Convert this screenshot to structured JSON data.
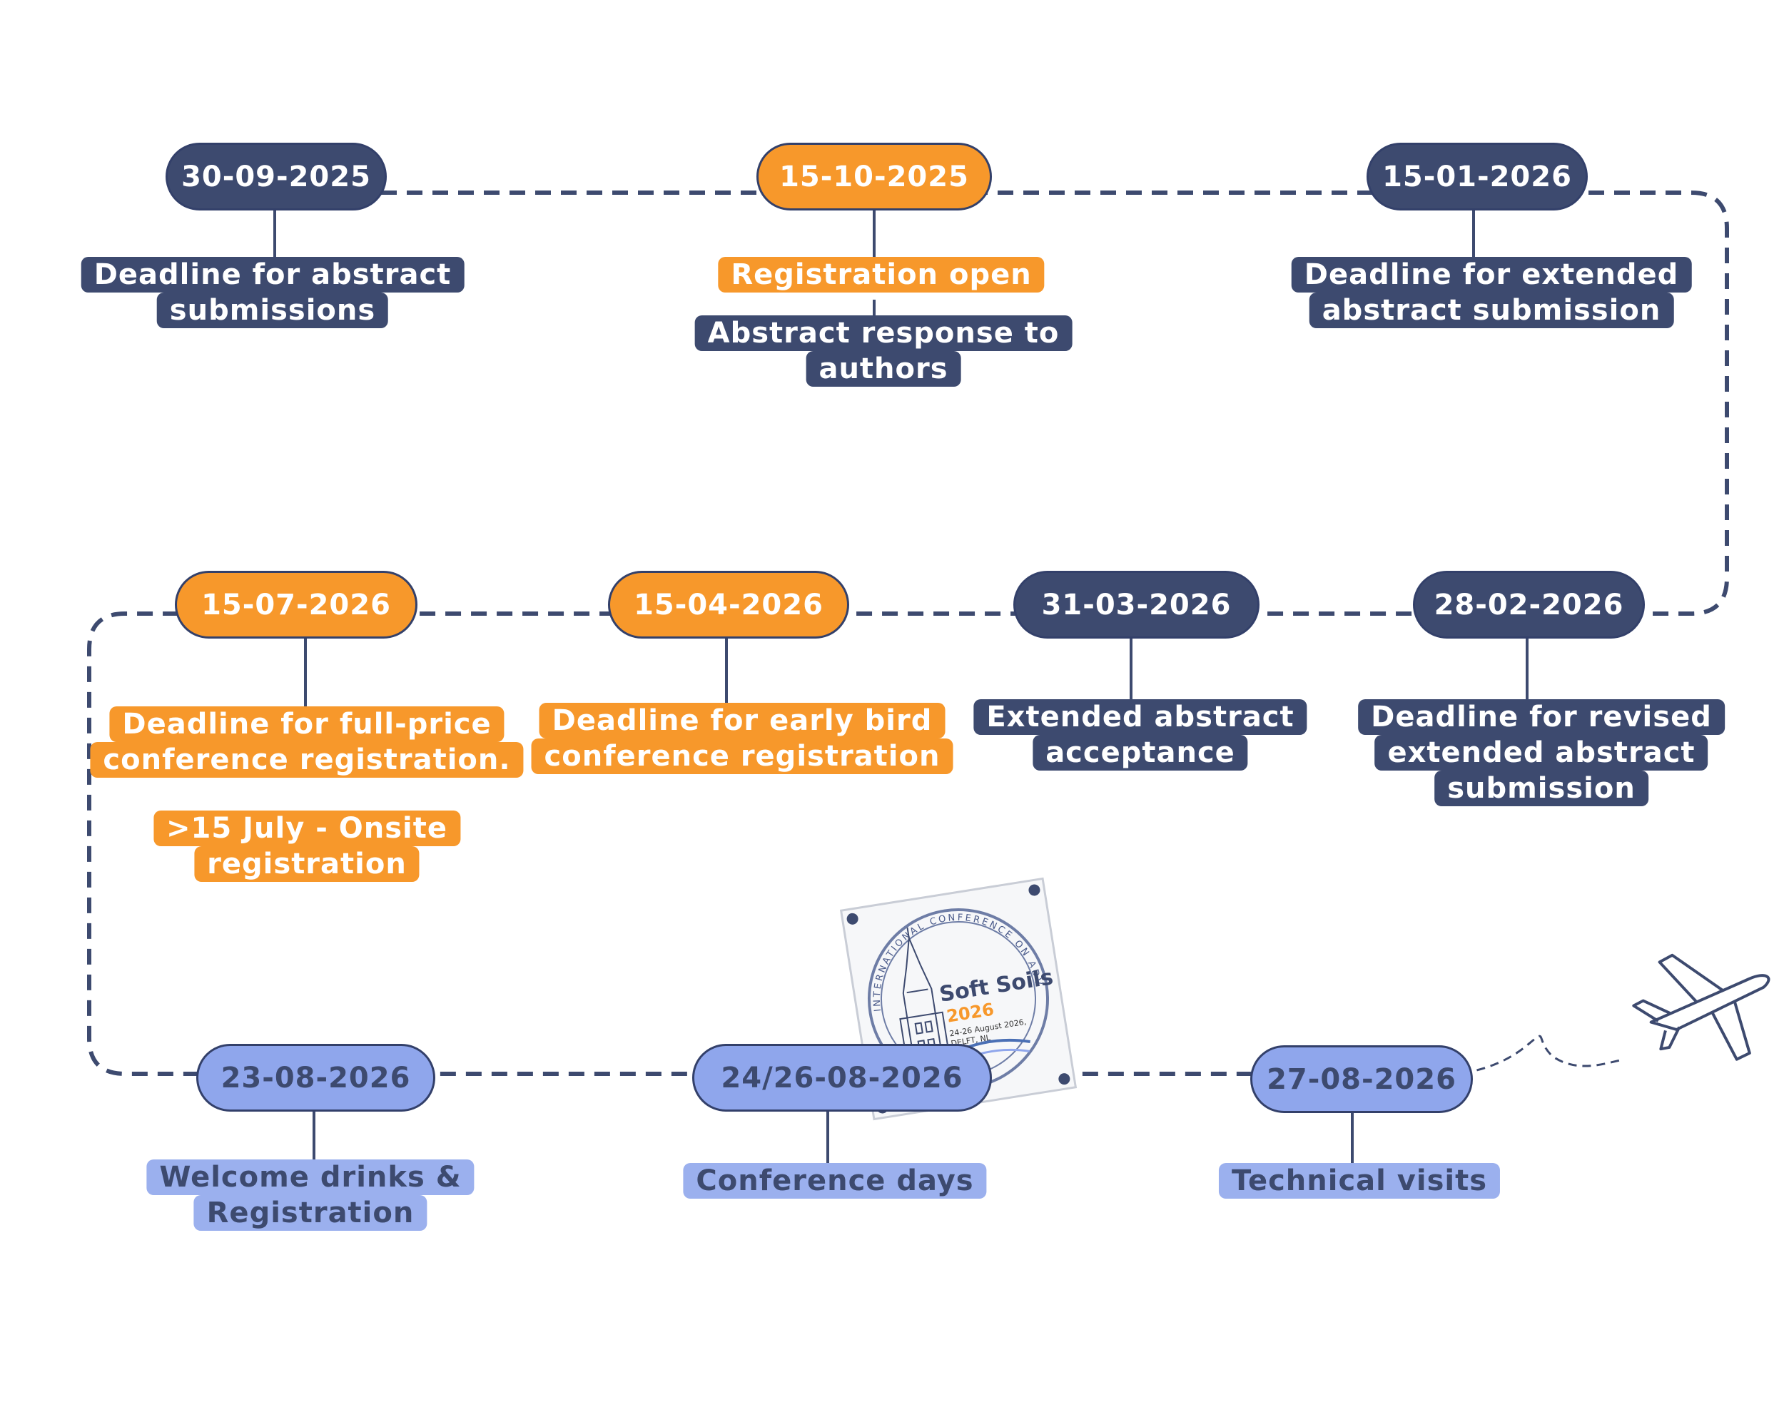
{
  "colors": {
    "navy": "#3d4a6f",
    "orange": "#f7982b",
    "light_blue": "#8fa6ec",
    "connector": "#3d4a6f"
  },
  "milestones": [
    {
      "date": "30-09-2025",
      "style": "navy",
      "labels": [
        [
          "Deadline for abstract",
          "submissions"
        ]
      ]
    },
    {
      "date": "15-10-2025",
      "style": "orange",
      "labels": [
        [
          "Registration open"
        ]
      ],
      "extra_labels": [
        [
          "Abstract response to",
          "authors"
        ]
      ]
    },
    {
      "date": "15-01-2026",
      "style": "navy",
      "labels": [
        [
          "Deadline for extended",
          "abstract submission"
        ]
      ]
    },
    {
      "date": "28-02-2026",
      "style": "navy",
      "labels": [
        [
          "Deadline for revised",
          "extended abstract",
          "submission"
        ]
      ]
    },
    {
      "date": "31-03-2026",
      "style": "navy",
      "labels": [
        [
          "Extended abstract",
          "acceptance"
        ]
      ]
    },
    {
      "date": "15-04-2026",
      "style": "orange",
      "labels": [
        [
          "Deadline for early bird",
          "conference registration"
        ]
      ]
    },
    {
      "date": "15-07-2026",
      "style": "orange",
      "labels": [
        [
          "Deadline for full-price",
          "conference registration."
        ],
        [
          ">15 July - Onsite",
          "registration"
        ]
      ]
    },
    {
      "date": "23-08-2026",
      "style": "blue",
      "labels": [
        [
          "Welcome drinks &",
          "Registration"
        ]
      ]
    },
    {
      "date": "24/26-08-2026",
      "style": "blue",
      "labels": [
        [
          "Conference days"
        ]
      ]
    },
    {
      "date": "27-08-2026",
      "style": "blue",
      "labels": [
        [
          "Technical visits"
        ]
      ]
    }
  ],
  "logo": {
    "ring_text": "INTERNATIONAL CONFERENCE ON ADVANCES AND INNOVATIONS",
    "title_line1": "Soft Soils",
    "title_line2": "2026",
    "dates": "24-26 August 2026,",
    "place": "DELFT, NL"
  },
  "decoration": {
    "airplane_icon": "airplane-icon"
  }
}
